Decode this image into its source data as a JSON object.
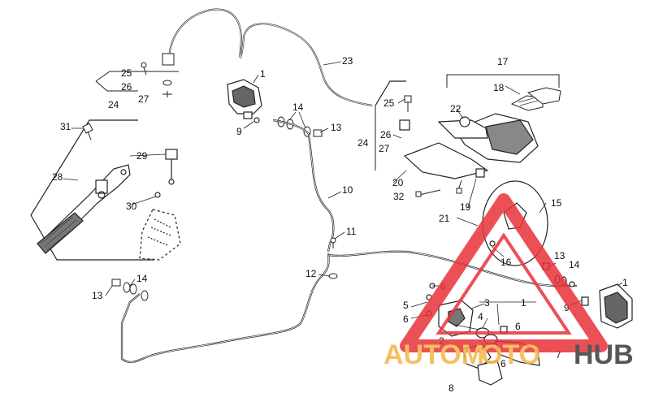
{
  "diagram": {
    "callouts": [
      "1",
      "2",
      "3",
      "4",
      "5",
      "6",
      "7",
      "8",
      "9",
      "10",
      "11",
      "12",
      "13",
      "14",
      "15",
      "16",
      "17",
      "18",
      "19",
      "20",
      "21",
      "22",
      "23",
      "24",
      "25",
      "26",
      "27",
      "28",
      "29",
      "30",
      "31",
      "32"
    ]
  },
  "watermark": {
    "left_text": "AUTOM",
    "mid_text": "OTO",
    "right_text": "HUB",
    "left_color": "#f4b646",
    "right_color": "#3a3a3a",
    "triangle_color": "#e8323a"
  }
}
